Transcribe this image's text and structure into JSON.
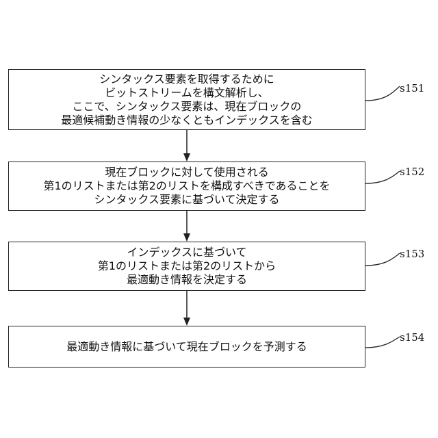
{
  "steps": [
    {
      "lines": [
        "シンタックス要素を取得するために",
        "ビットストリームを構文解析し、",
        "ここで、シンタックス要素は、現在ブロックの",
        "最適候補動き情報の少なくともインデックスを含む"
      ],
      "label": "s151"
    },
    {
      "lines": [
        "現在ブロックに対して使用される",
        "第1のリストまたは第2のリストを構成すべきであることを",
        "シンタックス要素に基づいて決定する"
      ],
      "label": "s152"
    },
    {
      "lines": [
        "インデックスに基づいて",
        "第1のリストまたは第2のリストから",
        "最適動き情報を決定する"
      ],
      "label": "s153"
    },
    {
      "lines": [
        "最適動き情報に基づいて現在ブロックを予測する"
      ],
      "label": "s154"
    }
  ]
}
